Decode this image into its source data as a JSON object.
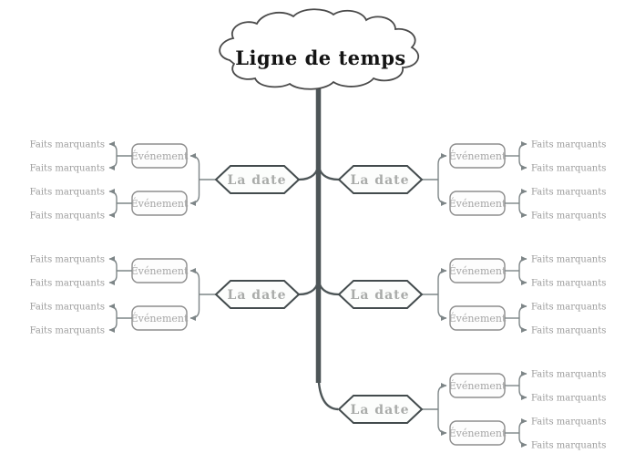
{
  "title": "Ligne de temps",
  "colors": {
    "background": "#ffffff",
    "trunk": "#4d5557",
    "hexagon_border": "#434b4d",
    "event_border": "#8d8d8d",
    "connector": "#7d8587",
    "title_text": "#141414",
    "date_text": "#a9aba9",
    "event_text": "#a5a5a5",
    "fact_text": "#9b9b9b",
    "node_fill": "#fcfdfc"
  },
  "branches": [
    {
      "side": "left",
      "row": 1,
      "date": "La date",
      "events": [
        {
          "label": "Événement",
          "facts": [
            "Faits marquants",
            "Faits marquants"
          ]
        },
        {
          "label": "Événement",
          "facts": [
            "Faits marquants",
            "Faits marquants"
          ]
        }
      ]
    },
    {
      "side": "right",
      "row": 1,
      "date": "La date",
      "events": [
        {
          "label": "Événement",
          "facts": [
            "Faits marquants",
            "Faits marquants"
          ]
        },
        {
          "label": "Événement",
          "facts": [
            "Faits marquants",
            "Faits marquants"
          ]
        }
      ]
    },
    {
      "side": "left",
      "row": 2,
      "date": "La date",
      "events": [
        {
          "label": "Événement",
          "facts": [
            "Faits marquants",
            "Faits marquants"
          ]
        },
        {
          "label": "Événement",
          "facts": [
            "Faits marquants",
            "Faits marquants"
          ]
        }
      ]
    },
    {
      "side": "right",
      "row": 2,
      "date": "La date",
      "events": [
        {
          "label": "Événement",
          "facts": [
            "Faits marquants",
            "Faits marquants"
          ]
        },
        {
          "label": "Événement",
          "facts": [
            "Faits marquants",
            "Faits marquants"
          ]
        }
      ]
    },
    {
      "side": "right",
      "row": 3,
      "date": "La date",
      "events": [
        {
          "label": "Événement",
          "facts": [
            "Faits marquants",
            "Faits marquants"
          ]
        },
        {
          "label": "Événement",
          "facts": [
            "Faits marquants",
            "Faits marquants"
          ]
        }
      ]
    }
  ]
}
